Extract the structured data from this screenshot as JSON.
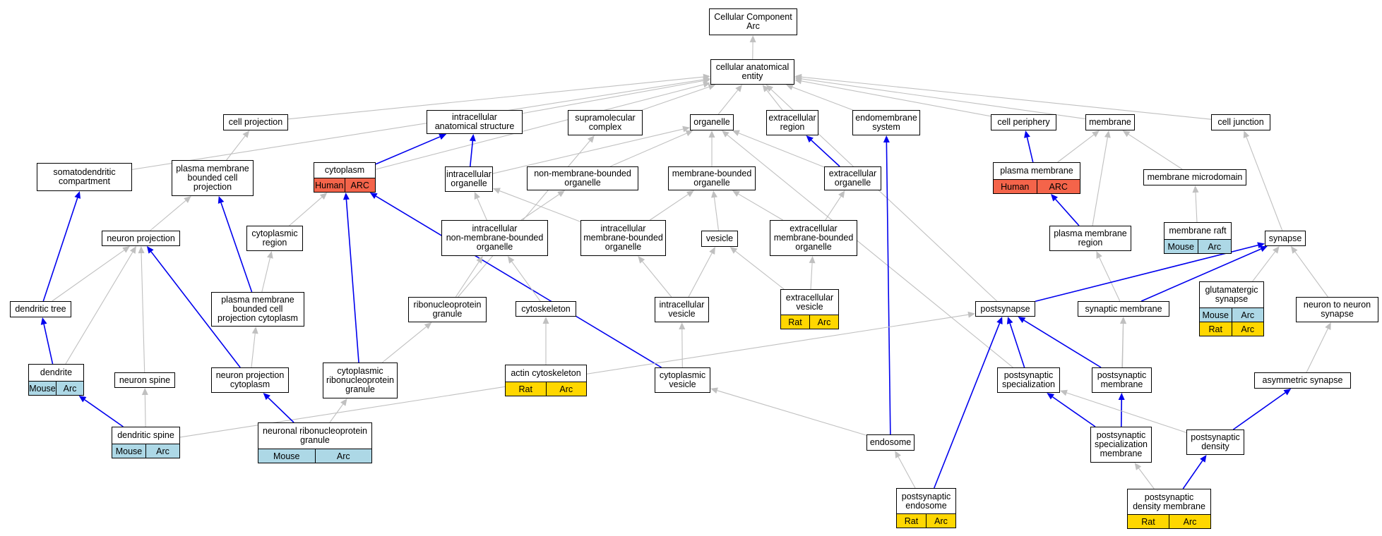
{
  "colors": {
    "edge_gray": "#c0c0c0",
    "edge_blue": "#0000ee",
    "human": "#f4644a",
    "mouse": "#add8e6",
    "rat": "#ffd700"
  },
  "nodes": [
    {
      "id": "cc_arc",
      "label": "Cellular Component\nArc"
    },
    {
      "id": "cae",
      "label": "cellular anatomical\nentity"
    },
    {
      "id": "cell_projection",
      "label": "cell projection"
    },
    {
      "id": "ias",
      "label": "intracellular\nanatomical structure"
    },
    {
      "id": "supramol",
      "label": "supramolecular\ncomplex"
    },
    {
      "id": "organelle",
      "label": "organelle"
    },
    {
      "id": "extracell_region",
      "label": "extracellular\nregion"
    },
    {
      "id": "endomembrane",
      "label": "endomembrane\nsystem"
    },
    {
      "id": "cell_periphery",
      "label": "cell periphery"
    },
    {
      "id": "membrane",
      "label": "membrane"
    },
    {
      "id": "cell_junction",
      "label": "cell junction"
    },
    {
      "id": "somatodendritic",
      "label": "somatodendritic\ncompartment"
    },
    {
      "id": "pm_bounded_proj",
      "label": "plasma membrane\nbounded cell\nprojection"
    },
    {
      "id": "cytoplasm",
      "label": "cytoplasm",
      "tags": [
        {
          "text": "Human",
          "type": "human"
        },
        {
          "text": "ARC",
          "type": "human"
        }
      ]
    },
    {
      "id": "ic_organelle",
      "label": "intracellular\norganelle"
    },
    {
      "id": "nmb_organelle",
      "label": "non-membrane-bounded\norganelle"
    },
    {
      "id": "mb_organelle",
      "label": "membrane-bounded\norganelle"
    },
    {
      "id": "ec_organelle",
      "label": "extracellular\norganelle"
    },
    {
      "id": "plasma_membrane",
      "label": "plasma membrane",
      "tags": [
        {
          "text": "Human",
          "type": "human"
        },
        {
          "text": "ARC",
          "type": "human"
        }
      ]
    },
    {
      "id": "membrane_microdomain",
      "label": "membrane microdomain"
    },
    {
      "id": "neuron_projection",
      "label": "neuron projection"
    },
    {
      "id": "cyto_region",
      "label": "cytoplasmic\nregion"
    },
    {
      "id": "ic_nmb_organelle",
      "label": "intracellular\nnon-membrane-bounded\norganelle"
    },
    {
      "id": "ic_mb_organelle",
      "label": "intracellular\nmembrane-bounded\norganelle"
    },
    {
      "id": "vesicle",
      "label": "vesicle"
    },
    {
      "id": "ec_mb_organelle",
      "label": "extracellular\nmembrane-bounded\norganelle"
    },
    {
      "id": "pm_region",
      "label": "plasma membrane\nregion"
    },
    {
      "id": "membrane_raft",
      "label": "membrane raft",
      "tags": [
        {
          "text": "Mouse",
          "type": "mouse"
        },
        {
          "text": "Arc",
          "type": "mouse"
        }
      ]
    },
    {
      "id": "synapse",
      "label": "synapse"
    },
    {
      "id": "dendritic_tree",
      "label": "dendritic tree"
    },
    {
      "id": "pm_bounded_proj_cyto",
      "label": "plasma membrane\nbounded cell\nprojection cytoplasm"
    },
    {
      "id": "rnp_granule",
      "label": "ribonucleoprotein\ngranule"
    },
    {
      "id": "cytoskeleton",
      "label": "cytoskeleton"
    },
    {
      "id": "ic_vesicle",
      "label": "intracellular\nvesicle"
    },
    {
      "id": "ec_vesicle",
      "label": "extracellular\nvesicle",
      "tags": [
        {
          "text": "Rat",
          "type": "rat"
        },
        {
          "text": "Arc",
          "type": "rat"
        }
      ]
    },
    {
      "id": "postsynapse",
      "label": "postsynapse"
    },
    {
      "id": "synaptic_membrane",
      "label": "synaptic membrane"
    },
    {
      "id": "glutamatergic",
      "label": "glutamatergic\nsynapse",
      "tags": [
        {
          "text": "Mouse",
          "type": "mouse"
        },
        {
          "text": "Arc",
          "type": "mouse"
        }
      ],
      "tags2": [
        {
          "text": "Rat",
          "type": "rat"
        },
        {
          "text": "Arc",
          "type": "rat"
        }
      ]
    },
    {
      "id": "n2n_synapse",
      "label": "neuron to neuron\nsynapse"
    },
    {
      "id": "dendrite",
      "label": "dendrite",
      "tags": [
        {
          "text": "Mouse",
          "type": "mouse"
        },
        {
          "text": "Arc",
          "type": "mouse"
        }
      ]
    },
    {
      "id": "neuron_spine",
      "label": "neuron spine"
    },
    {
      "id": "np_cytoplasm",
      "label": "neuron projection\ncytoplasm"
    },
    {
      "id": "cyto_rnp_granule",
      "label": "cytoplasmic\nribonucleoprotein\ngranule"
    },
    {
      "id": "actin_cytoskeleton",
      "label": "actin cytoskeleton",
      "tags": [
        {
          "text": "Rat",
          "type": "rat"
        },
        {
          "text": "Arc",
          "type": "rat"
        }
      ]
    },
    {
      "id": "cyto_vesicle",
      "label": "cytoplasmic\nvesicle"
    },
    {
      "id": "ps_specialization",
      "label": "postsynaptic\nspecialization"
    },
    {
      "id": "ps_membrane",
      "label": "postsynaptic\nmembrane"
    },
    {
      "id": "asym_synapse",
      "label": "asymmetric synapse"
    },
    {
      "id": "dendritic_spine",
      "label": "dendritic spine",
      "tags": [
        {
          "text": "Mouse",
          "type": "mouse"
        },
        {
          "text": "Arc",
          "type": "mouse"
        }
      ]
    },
    {
      "id": "neuronal_rnp_granule",
      "label": "neuronal ribonucleoprotein\ngranule",
      "tags": [
        {
          "text": "Mouse",
          "type": "mouse"
        },
        {
          "text": "Arc",
          "type": "mouse"
        }
      ]
    },
    {
      "id": "endosome",
      "label": "endosome"
    },
    {
      "id": "ps_spec_membrane",
      "label": "postsynaptic\nspecialization\nmembrane"
    },
    {
      "id": "ps_density",
      "label": "postsynaptic\ndensity"
    },
    {
      "id": "ps_endosome",
      "label": "postsynaptic\nendosome",
      "tags": [
        {
          "text": "Rat",
          "type": "rat"
        },
        {
          "text": "Arc",
          "type": "rat"
        }
      ]
    },
    {
      "id": "psd_membrane",
      "label": "postsynaptic\ndensity membrane",
      "tags": [
        {
          "text": "Rat",
          "type": "rat"
        },
        {
          "text": "Arc",
          "type": "rat"
        }
      ]
    }
  ],
  "edges": [
    {
      "from": "cae",
      "to": "cc_arc",
      "kind": "is_a"
    },
    {
      "from": "cell_projection",
      "to": "cae",
      "kind": "is_a"
    },
    {
      "from": "ias",
      "to": "cae",
      "kind": "is_a"
    },
    {
      "from": "supramol",
      "to": "cae",
      "kind": "is_a"
    },
    {
      "from": "organelle",
      "to": "cae",
      "kind": "is_a"
    },
    {
      "from": "extracell_region",
      "to": "cae",
      "kind": "is_a"
    },
    {
      "from": "endomembrane",
      "to": "cae",
      "kind": "is_a"
    },
    {
      "from": "cell_periphery",
      "to": "cae",
      "kind": "is_a"
    },
    {
      "from": "membrane",
      "to": "cae",
      "kind": "is_a"
    },
    {
      "from": "cell_junction",
      "to": "cae",
      "kind": "is_a"
    },
    {
      "from": "somatodendritic",
      "to": "cae",
      "kind": "is_a"
    },
    {
      "from": "cytoplasm",
      "to": "cae",
      "kind": "is_a"
    },
    {
      "from": "postsynapse",
      "to": "cae",
      "kind": "is_a"
    },
    {
      "from": "pm_bounded_proj",
      "to": "cell_projection",
      "kind": "is_a"
    },
    {
      "from": "cytoplasm",
      "to": "ias",
      "kind": "part_of"
    },
    {
      "from": "ic_organelle",
      "to": "ias",
      "kind": "part_of"
    },
    {
      "from": "rnp_granule",
      "to": "supramol",
      "kind": "is_a"
    },
    {
      "from": "ic_organelle",
      "to": "organelle",
      "kind": "is_a"
    },
    {
      "from": "nmb_organelle",
      "to": "organelle",
      "kind": "is_a"
    },
    {
      "from": "mb_organelle",
      "to": "organelle",
      "kind": "is_a"
    },
    {
      "from": "ec_organelle",
      "to": "organelle",
      "kind": "is_a"
    },
    {
      "from": "ps_specialization",
      "to": "organelle",
      "kind": "is_a"
    },
    {
      "from": "ec_organelle",
      "to": "extracell_region",
      "kind": "part_of"
    },
    {
      "from": "endosome",
      "to": "endomembrane",
      "kind": "part_of"
    },
    {
      "from": "plasma_membrane",
      "to": "cell_periphery",
      "kind": "part_of"
    },
    {
      "from": "plasma_membrane",
      "to": "membrane",
      "kind": "is_a"
    },
    {
      "from": "membrane_microdomain",
      "to": "membrane",
      "kind": "is_a"
    },
    {
      "from": "pm_region",
      "to": "membrane",
      "kind": "is_a"
    },
    {
      "from": "synapse",
      "to": "cell_junction",
      "kind": "is_a"
    },
    {
      "from": "dendritic_tree",
      "to": "somatodendritic",
      "kind": "part_of"
    },
    {
      "from": "neuron_projection",
      "to": "pm_bounded_proj",
      "kind": "is_a"
    },
    {
      "from": "pm_bounded_proj_cyto",
      "to": "pm_bounded_proj",
      "kind": "part_of"
    },
    {
      "from": "pm_bounded_proj_cyto",
      "to": "cyto_region",
      "kind": "is_a"
    },
    {
      "from": "cyto_region",
      "to": "cytoplasm",
      "kind": "is_a"
    },
    {
      "from": "cyto_rnp_granule",
      "to": "cytoplasm",
      "kind": "part_of"
    },
    {
      "from": "cyto_vesicle",
      "to": "cytoplasm",
      "kind": "part_of"
    },
    {
      "from": "ic_nmb_organelle",
      "to": "ic_organelle",
      "kind": "is_a"
    },
    {
      "from": "ic_mb_organelle",
      "to": "ic_organelle",
      "kind": "is_a"
    },
    {
      "from": "ic_nmb_organelle",
      "to": "nmb_organelle",
      "kind": "is_a"
    },
    {
      "from": "ic_mb_organelle",
      "to": "mb_organelle",
      "kind": "is_a"
    },
    {
      "from": "vesicle",
      "to": "mb_organelle",
      "kind": "is_a"
    },
    {
      "from": "ec_mb_organelle",
      "to": "mb_organelle",
      "kind": "is_a"
    },
    {
      "from": "ec_mb_organelle",
      "to": "ec_organelle",
      "kind": "is_a"
    },
    {
      "from": "pm_region",
      "to": "plasma_membrane",
      "kind": "part_of"
    },
    {
      "from": "membrane_raft",
      "to": "membrane_microdomain",
      "kind": "is_a"
    },
    {
      "from": "dendritic_tree",
      "to": "neuron_projection",
      "kind": "is_a"
    },
    {
      "from": "dendrite",
      "to": "neuron_projection",
      "kind": "is_a"
    },
    {
      "from": "neuron_spine",
      "to": "neuron_projection",
      "kind": "is_a"
    },
    {
      "from": "np_cytoplasm",
      "to": "neuron_projection",
      "kind": "part_of"
    },
    {
      "from": "rnp_granule",
      "to": "ic_nmb_organelle",
      "kind": "is_a"
    },
    {
      "from": "cytoskeleton",
      "to": "ic_nmb_organelle",
      "kind": "is_a"
    },
    {
      "from": "ic_vesicle",
      "to": "ic_mb_organelle",
      "kind": "is_a"
    },
    {
      "from": "ic_vesicle",
      "to": "vesicle",
      "kind": "is_a"
    },
    {
      "from": "ec_vesicle",
      "to": "vesicle",
      "kind": "is_a"
    },
    {
      "from": "ec_vesicle",
      "to": "ec_mb_organelle",
      "kind": "is_a"
    },
    {
      "from": "synaptic_membrane",
      "to": "pm_region",
      "kind": "is_a"
    },
    {
      "from": "postsynapse",
      "to": "synapse",
      "kind": "part_of"
    },
    {
      "from": "synaptic_membrane",
      "to": "synapse",
      "kind": "part_of"
    },
    {
      "from": "glutamatergic",
      "to": "synapse",
      "kind": "is_a"
    },
    {
      "from": "n2n_synapse",
      "to": "synapse",
      "kind": "is_a"
    },
    {
      "from": "dendrite",
      "to": "dendritic_tree",
      "kind": "part_of"
    },
    {
      "from": "np_cytoplasm",
      "to": "pm_bounded_proj_cyto",
      "kind": "is_a"
    },
    {
      "from": "cyto_rnp_granule",
      "to": "rnp_granule",
      "kind": "is_a"
    },
    {
      "from": "actin_cytoskeleton",
      "to": "cytoskeleton",
      "kind": "is_a"
    },
    {
      "from": "cyto_vesicle",
      "to": "ic_vesicle",
      "kind": "is_a"
    },
    {
      "from": "ps_specialization",
      "to": "postsynapse",
      "kind": "part_of"
    },
    {
      "from": "ps_membrane",
      "to": "postsynapse",
      "kind": "part_of"
    },
    {
      "from": "ps_endosome",
      "to": "postsynapse",
      "kind": "part_of"
    },
    {
      "from": "dendritic_spine",
      "to": "postsynapse",
      "kind": "is_a"
    },
    {
      "from": "ps_membrane",
      "to": "synaptic_membrane",
      "kind": "is_a"
    },
    {
      "from": "ps_spec_membrane",
      "to": "synaptic_membrane",
      "kind": "is_a"
    },
    {
      "from": "asym_synapse",
      "to": "n2n_synapse",
      "kind": "is_a"
    },
    {
      "from": "dendritic_spine",
      "to": "dendrite",
      "kind": "part_of"
    },
    {
      "from": "dendritic_spine",
      "to": "neuron_spine",
      "kind": "is_a"
    },
    {
      "from": "neuronal_rnp_granule",
      "to": "np_cytoplasm",
      "kind": "part_of"
    },
    {
      "from": "neuronal_rnp_granule",
      "to": "cyto_rnp_granule",
      "kind": "is_a"
    },
    {
      "from": "endosome",
      "to": "cyto_vesicle",
      "kind": "is_a"
    },
    {
      "from": "ps_spec_membrane",
      "to": "ps_specialization",
      "kind": "part_of"
    },
    {
      "from": "ps_spec_membrane",
      "to": "ps_membrane",
      "kind": "part_of"
    },
    {
      "from": "ps_density",
      "to": "ps_specialization",
      "kind": "is_a"
    },
    {
      "from": "ps_density",
      "to": "asym_synapse",
      "kind": "part_of"
    },
    {
      "from": "ps_endosome",
      "to": "endosome",
      "kind": "is_a"
    },
    {
      "from": "psd_membrane",
      "to": "ps_spec_membrane",
      "kind": "is_a"
    },
    {
      "from": "psd_membrane",
      "to": "ps_density",
      "kind": "part_of"
    }
  ]
}
